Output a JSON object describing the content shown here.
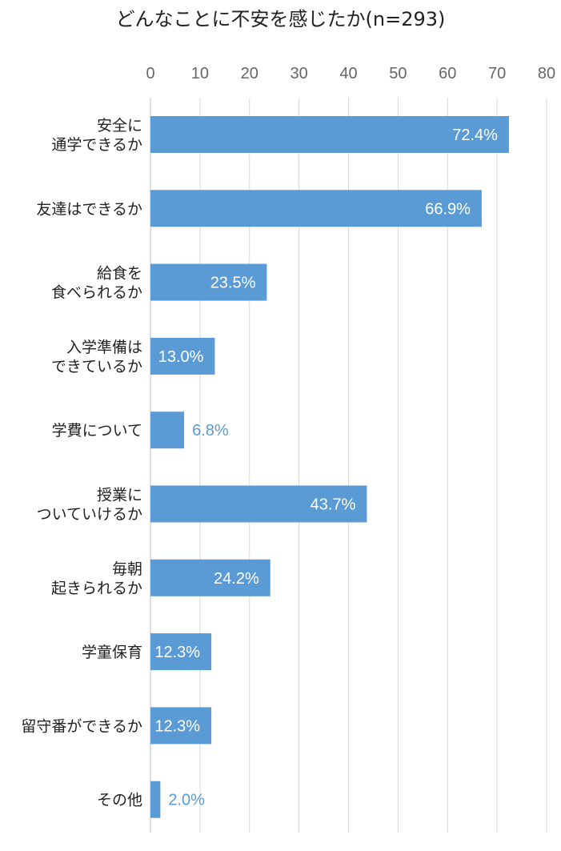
{
  "chart_data": {
    "type": "bar",
    "orientation": "horizontal",
    "title": "どんなことに不安を感じたか(n=293)",
    "xlim": [
      0,
      80
    ],
    "ticks": [
      0,
      10,
      20,
      30,
      40,
      50,
      60,
      70,
      80
    ],
    "grid": true,
    "bar_color": "#5B9BD5",
    "categories": [
      [
        "安全に",
        "通学できるか"
      ],
      [
        "友達はできるか"
      ],
      [
        "給食を",
        "食べられるか"
      ],
      [
        "入学準備は",
        "できているか"
      ],
      [
        "学費について"
      ],
      [
        "授業に",
        "ついていけるか"
      ],
      [
        "毎朝",
        "起きられるか"
      ],
      [
        "学童保育"
      ],
      [
        "留守番ができるか"
      ],
      [
        "その他"
      ]
    ],
    "values": [
      72.4,
      66.9,
      23.5,
      13.0,
      6.8,
      43.7,
      24.2,
      12.3,
      12.3,
      2.0
    ],
    "labels": [
      "72.4%",
      "66.9%",
      "23.5%",
      "13.0%",
      "6.8%",
      "43.7%",
      "24.2%",
      "12.3%",
      "12.3%",
      "2.0%"
    ]
  }
}
